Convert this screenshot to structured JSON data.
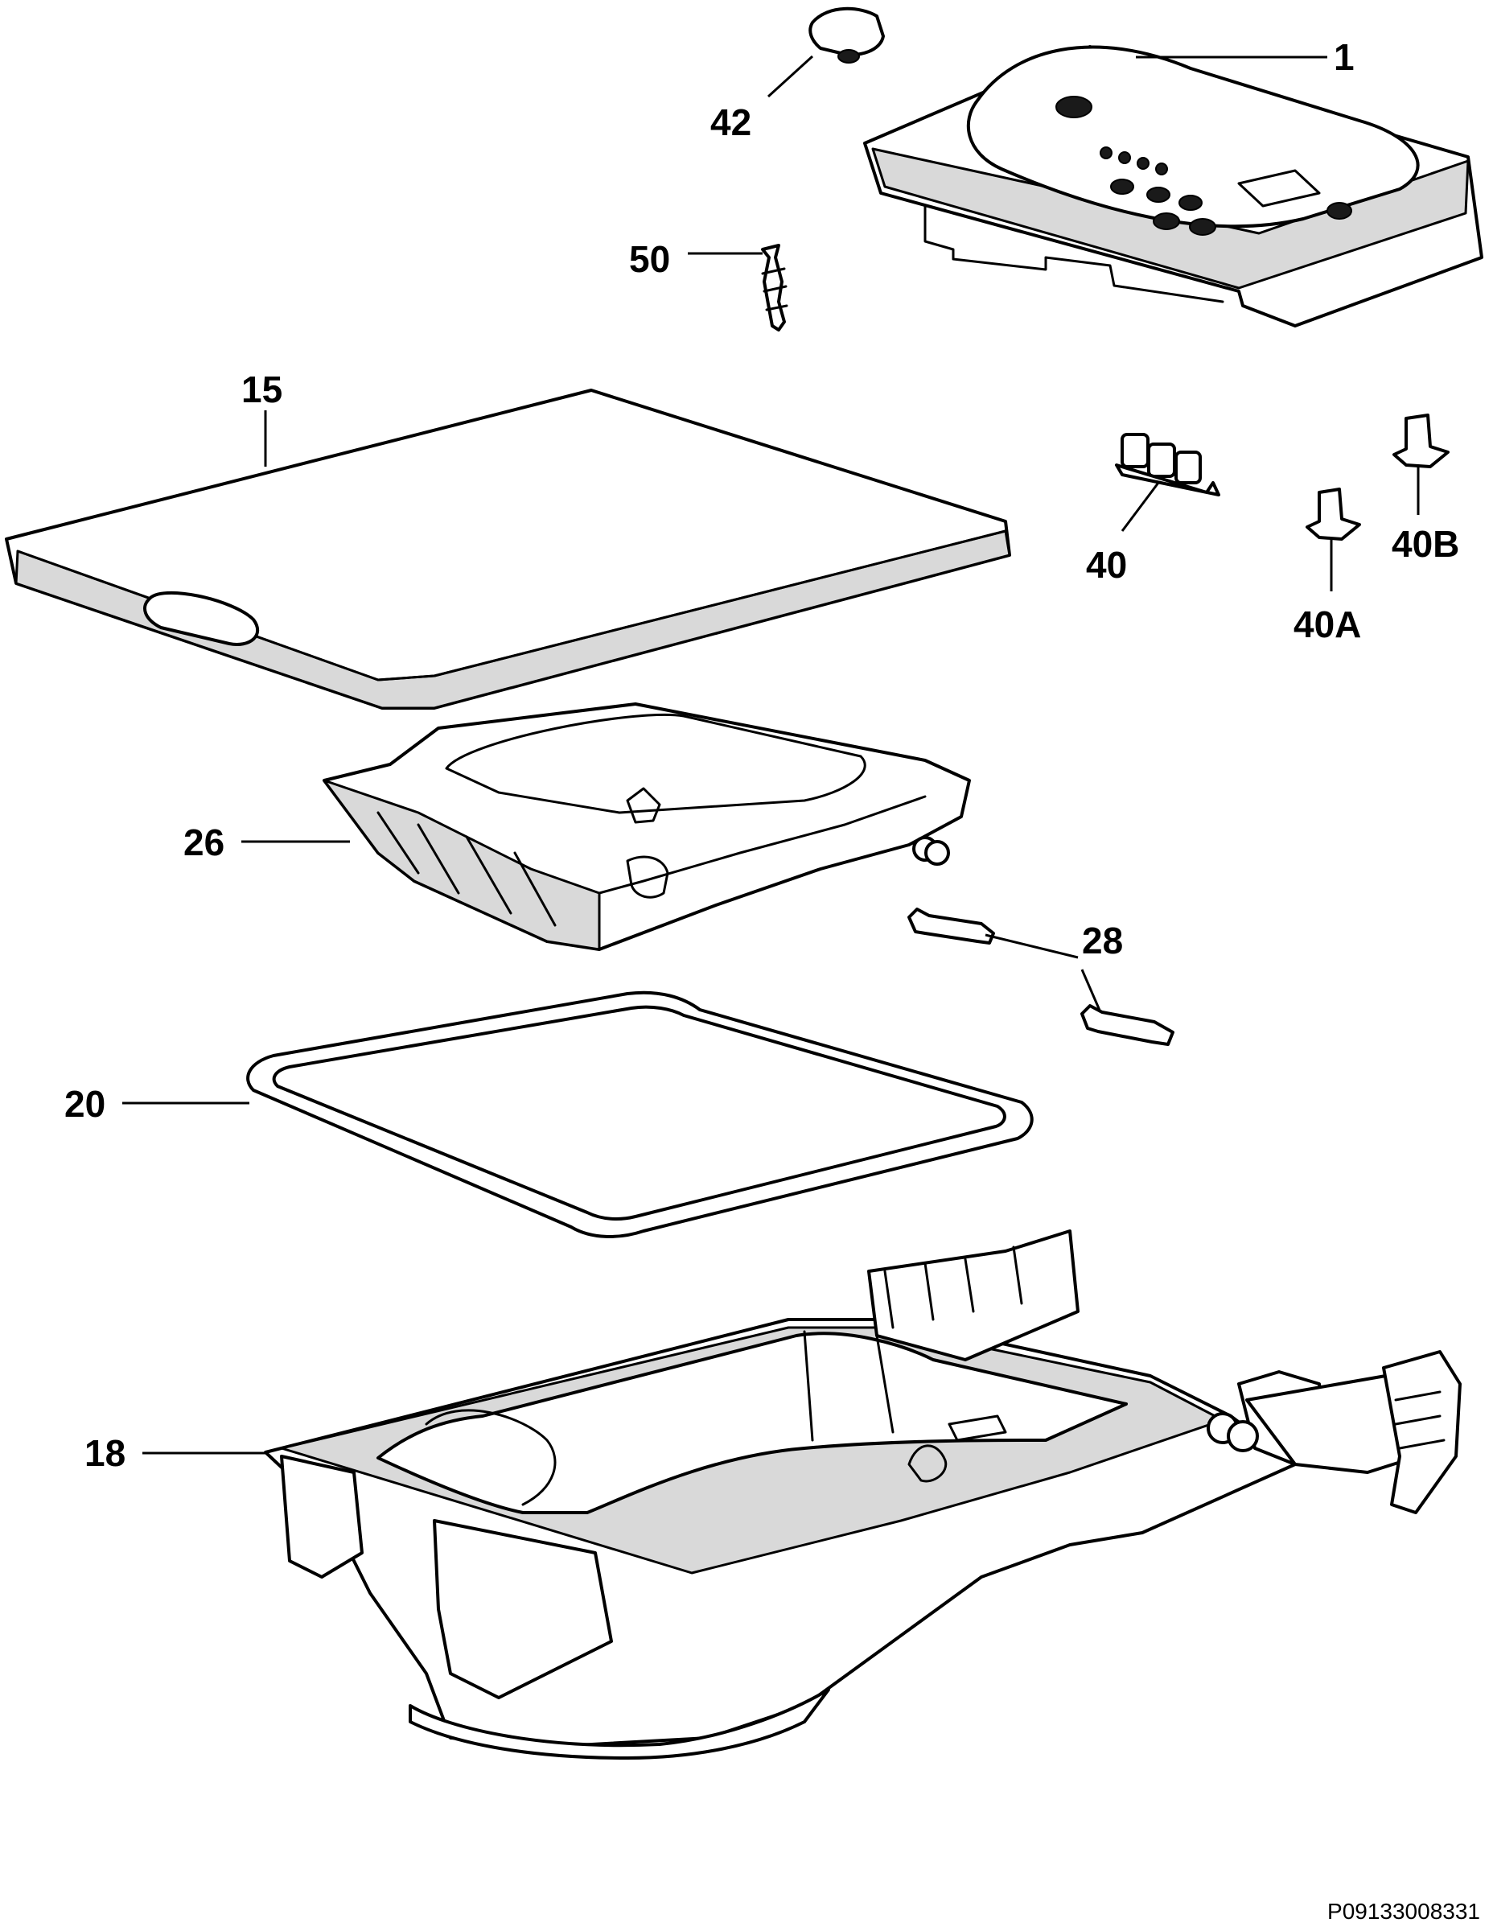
{
  "callouts": {
    "c1": "1",
    "c42": "42",
    "c50": "50",
    "c15": "15",
    "c40": "40",
    "c40a": "40A",
    "c40b": "40B",
    "c26": "26",
    "c28": "28",
    "c20": "20",
    "c18": "18"
  },
  "drawing_code": "P09133008331"
}
